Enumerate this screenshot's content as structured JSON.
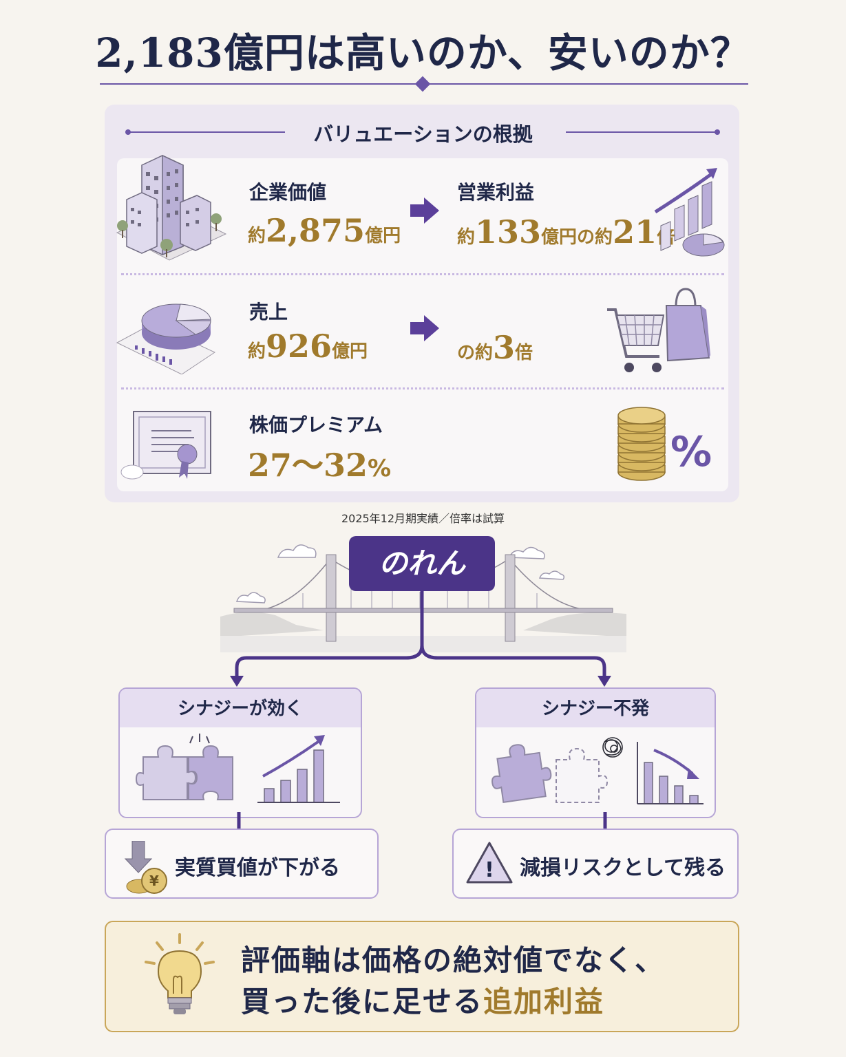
{
  "title": "2,183億円は高いのか、安いのか？",
  "valuation": {
    "heading": "バリュエーションの根拠",
    "rows": [
      {
        "label": "企業価値",
        "prefix": "約",
        "value": "2,875",
        "unit": "億円",
        "right_label": "営業利益",
        "right_prefix": "約",
        "right_value": "133",
        "right_mid": "億円の約",
        "right_mult": "21",
        "right_suffix": "倍"
      },
      {
        "label": "売上",
        "prefix": "約",
        "value": "926",
        "unit": "億円",
        "right_prefix": "の約",
        "right_mult": "3",
        "right_suffix": "倍"
      },
      {
        "label": "株価プレミアム",
        "value": "27〜32",
        "unit": "%",
        "icon_text": "%"
      }
    ],
    "footnote": "2025年12月期実績／倍率は試算"
  },
  "noren": {
    "label": "のれん"
  },
  "scenarios": [
    {
      "heading": "シナジーが効く",
      "result": "実質買値が下がる",
      "coin_symbol": "¥"
    },
    {
      "heading": "シナジー不発",
      "result": "減損リスクとして残る",
      "warning_symbol": "!"
    }
  ],
  "conclusion": {
    "line1": "評価軸は価格の絶対値でなく、",
    "line2_prefix": "買った後に足せる",
    "line2_highlight": "追加利益"
  },
  "colors": {
    "navy": "#1f2748",
    "purple": "#4b3488",
    "accent_purple": "#6a55a6",
    "gold": "#a07a2c",
    "lavender": "#ece7f1"
  },
  "icons": [
    "buildings-icon",
    "arrow-right-icon",
    "growth-chart-icon",
    "pie-chart-icon",
    "shopping-cart-icon",
    "shopping-bag-icon",
    "certificate-icon",
    "coin-stack-icon",
    "bridge-icon",
    "puzzle-icon",
    "bar-chart-up-icon",
    "bar-chart-down-icon",
    "tangle-icon",
    "down-arrow-coin-icon",
    "warning-icon",
    "lightbulb-icon"
  ]
}
